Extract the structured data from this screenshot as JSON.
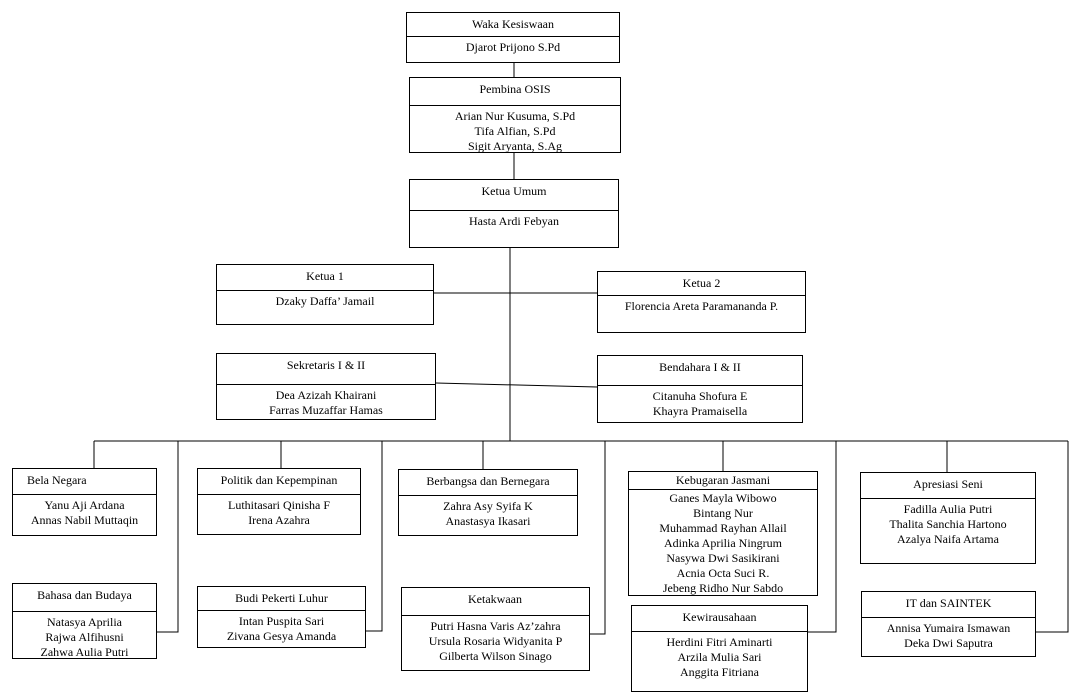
{
  "org": {
    "waka": {
      "title": "Waka Kesiswaan",
      "members": [
        "Djarot Prijono S.Pd"
      ]
    },
    "pembina": {
      "title": "Pembina OSIS",
      "members": [
        "Arian Nur Kusuma, S.Pd",
        "Tifa Alfian, S.Pd",
        "Sigit Aryanta, S.Ag"
      ]
    },
    "ketua_umum": {
      "title": "Ketua Umum",
      "members": [
        "Hasta Ardi Febyan"
      ]
    },
    "ketua1": {
      "title": "Ketua 1",
      "members": [
        "Dzaky Daffa’ Jamail"
      ]
    },
    "ketua2": {
      "title": "Ketua 2",
      "members": [
        "Florencia Areta Paramananda P."
      ]
    },
    "sekretaris": {
      "title": "Sekretaris I & II",
      "members": [
        "Dea Azizah Khairani",
        "Farras Muzaffar Hamas"
      ]
    },
    "bendahara": {
      "title": "Bendahara I & II",
      "members": [
        "Citanuha Shofura E",
        "Khayra Pramaisella"
      ]
    },
    "bela_negara": {
      "title": "Bela Negara",
      "members": [
        "Yanu Aji Ardana",
        "Annas Nabil Muttaqin"
      ]
    },
    "bahasa_budaya": {
      "title": "Bahasa dan Budaya",
      "members": [
        "Natasya Aprilia",
        "Rajwa Alfihusni",
        "Zahwa Aulia Putri"
      ]
    },
    "politik": {
      "title": "Politik dan Kepempinan",
      "members": [
        "Luthitasari Qinisha F",
        "Irena Azahra"
      ]
    },
    "budi_pekerti": {
      "title": "Budi Pekerti Luhur",
      "members": [
        "Intan Puspita Sari",
        "Zivana Gesya Amanda"
      ]
    },
    "berbangsa": {
      "title": "Berbangsa dan Bernegara",
      "members": [
        "Zahra Asy Syifa K",
        "Anastasya Ikasari"
      ]
    },
    "ketakwaan": {
      "title": "Ketakwaan",
      "members": [
        "Putri Hasna Varis Az’zahra",
        "Ursula Rosaria Widyanita P",
        "Gilberta Wilson Sinago"
      ]
    },
    "kebugaran": {
      "title": "Kebugaran Jasmani",
      "members": [
        "Ganes Mayla Wibowo",
        "Bintang Nur",
        "Muhammad Rayhan Allail",
        "Adinka Aprilia Ningrum",
        "Nasywa Dwi Sasikirani",
        "Acnia Octa Suci R.",
        "Jebeng Ridho Nur Sabdo"
      ]
    },
    "kewirausahaan": {
      "title": "Kewirausahaan",
      "members": [
        "Herdini Fitri Aminarti",
        "Arzila Mulia Sari",
        "Anggita Fitriana"
      ]
    },
    "apresiasi_seni": {
      "title": "Apresiasi Seni",
      "members": [
        "Fadilla Aulia Putri",
        "Thalita Sanchia Hartono",
        "Azalya Naifa Artama"
      ]
    },
    "it_saintek": {
      "title": "IT dan SAINTEK",
      "members": [
        "Annisa Yumaira Ismawan",
        "Deka Dwi Saputra"
      ]
    }
  }
}
